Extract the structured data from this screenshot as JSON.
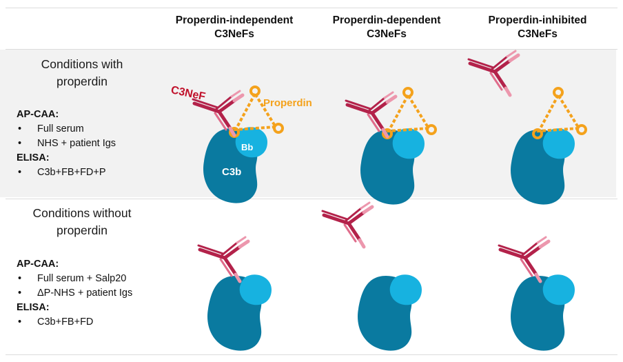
{
  "columns": [
    {
      "line1": "Properdin-independent",
      "line2": "C3NeFs"
    },
    {
      "line1": "Properdin-dependent",
      "line2": "C3NeFs"
    },
    {
      "line1": "Properdin-inhibited",
      "line2": "C3NeFs"
    }
  ],
  "rows": [
    {
      "title_line1": "Conditions with",
      "title_line2": "properdin",
      "section1_header": "AP-CAA:",
      "section1_items": [
        "Full serum",
        "NHS + patient Igs"
      ],
      "section2_header": "ELISA:",
      "section2_items": [
        "C3b+FB+FD+P"
      ]
    },
    {
      "title_line1": "Conditions without",
      "title_line2": "properdin",
      "section1_header": "AP-CAA:",
      "section1_items": [
        "Full serum + Salp20",
        "ΔP-NHS + patient Igs"
      ],
      "section2_header": "ELISA:",
      "section2_items": [
        "C3b+FB+FD"
      ]
    }
  ],
  "labels": {
    "c3nef": "C3NeF",
    "properdin": "Properdin",
    "bb": "Bb",
    "c3b": "C3b"
  },
  "colors": {
    "c3b": "#0a7aa0",
    "bb": "#17b2e0",
    "antibody": "#b3224a",
    "antibody_light": "#ec97ad",
    "properdin": "#f4a21c",
    "c3nef_text": "#c0102a",
    "band": "#f2f2f2"
  }
}
